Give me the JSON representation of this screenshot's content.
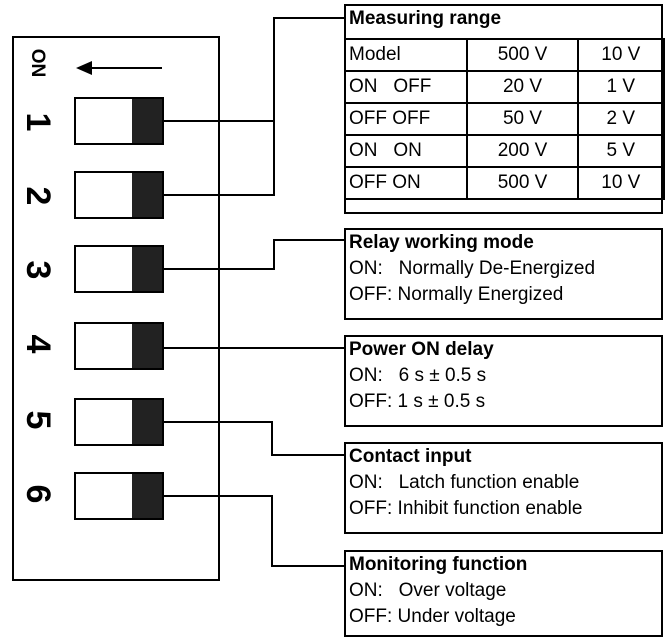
{
  "switch": {
    "on_label": "ON",
    "positions": [
      "1",
      "2",
      "3",
      "4",
      "5",
      "6"
    ]
  },
  "measuring_range": {
    "title": "Measuring range",
    "header": [
      "Model",
      "500 V",
      "10 V"
    ],
    "rows": [
      [
        "ON   OFF",
        "20 V",
        "1 V"
      ],
      [
        "OFF OFF",
        "50 V",
        "2 V"
      ],
      [
        "ON   ON",
        "200 V",
        "5 V"
      ],
      [
        "OFF ON",
        "500 V",
        "10 V"
      ]
    ]
  },
  "relay_mode": {
    "title": "Relay working mode",
    "on": "ON:   Normally De-Energized",
    "off": "OFF: Normally Energized"
  },
  "power_on_delay": {
    "title": "Power ON delay",
    "on": "ON:   6 s ± 0.5 s",
    "off": "OFF: 1 s ± 0.5 s"
  },
  "contact_input": {
    "title": "Contact input",
    "on": "ON:   Latch function enable",
    "off": "OFF: Inhibit function enable"
  },
  "monitoring": {
    "title": "Monitoring function",
    "on": "ON:   Over voltage",
    "off": "OFF: Under voltage"
  }
}
